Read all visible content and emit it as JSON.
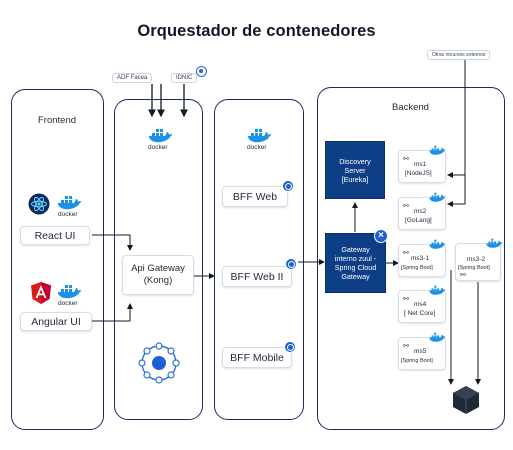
{
  "title": "Orquestador de contenedores",
  "top_tags": {
    "adf": "ADF Facea",
    "idnic": "IDNIC",
    "external": "Otras recursos externos"
  },
  "frontend": {
    "label": "Frontend",
    "react": "React UI",
    "angular": "Angular UI"
  },
  "gateway": {
    "label": "Api Gateway\n(Kong)"
  },
  "bff": {
    "web": "BFF Web",
    "web2": "BFF Web II",
    "mobile": "BFF Mobile"
  },
  "docker_text": "docker",
  "backend": {
    "label": "Backend",
    "discovery": "Discovery\nServer\n[Eureka]",
    "internal_gateway": "Gateway\ninterno zuul -\nSpring Cloud\nGateway",
    "services": [
      {
        "name": "ms1",
        "tech": "[NodeJS]"
      },
      {
        "name": "ms2",
        "tech": "[GoLang]"
      },
      {
        "name": "ms3-1",
        "tech": "[Spring Boot]"
      },
      {
        "name": "ms3-2",
        "tech": "[Spring Boot]"
      },
      {
        "name": "ms4",
        "tech": "[ Net Core]"
      },
      {
        "name": "ms5",
        "tech": "[Spring Boot]"
      }
    ]
  }
}
